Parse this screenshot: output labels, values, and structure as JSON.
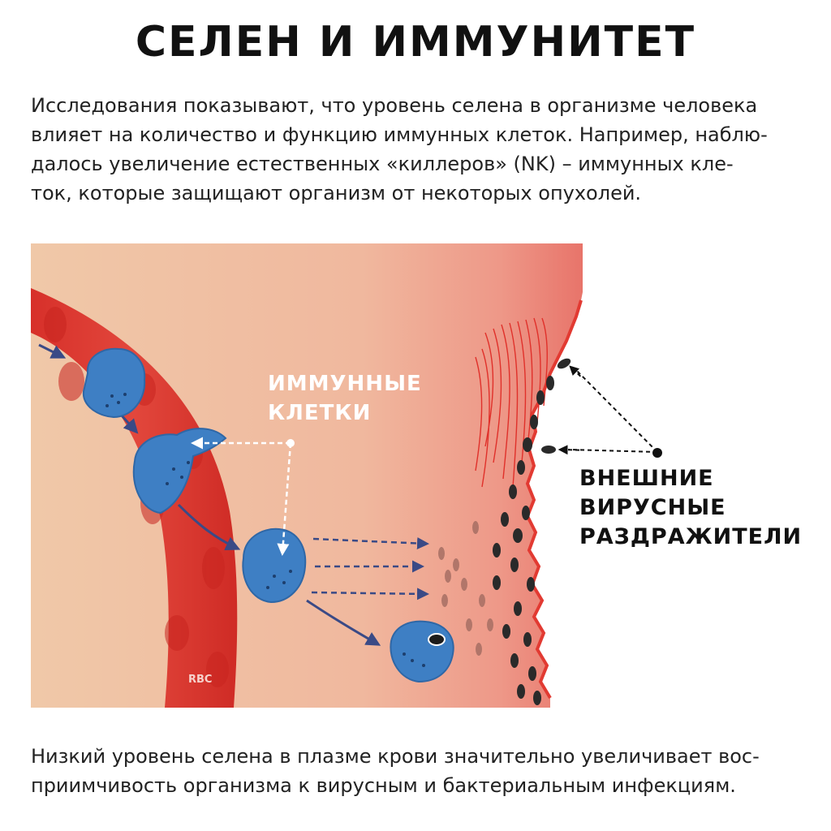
{
  "title": "СЕЛЕН И ИММУНИТЕТ",
  "intro": {
    "lines": [
      "Исследования показывают, что уровень селена в организме человека",
      "влияет на количество и функцию иммунных клеток. Например, наблю-",
      "далось увеличение естественных «киллеров» (NK) – иммунных кле-",
      "ток, которые защищают организм от некоторых опухолей."
    ]
  },
  "diagram": {
    "immune_label": [
      "ИММУННЫЕ",
      "КЛЕТКИ"
    ],
    "virus_label": [
      "ВНЕШНИЕ",
      "ВИРУСНЫЕ",
      "РАЗДРАЖИТЕЛИ"
    ],
    "rbc_label": "RBC",
    "colors": {
      "tissue": "#efc2a4",
      "vessel": "#d9342d",
      "vessel_light": "#e8554b",
      "immune_cell": "#3e7fc4",
      "virus": "#2a2a2a",
      "arrow": "#3a4a86"
    }
  },
  "outro": {
    "lines": [
      "Низкий уровень селена в плазме крови значительно увеличивает вос-",
      "приимчивость организма к вирусным и бактериальным инфекциям."
    ]
  }
}
